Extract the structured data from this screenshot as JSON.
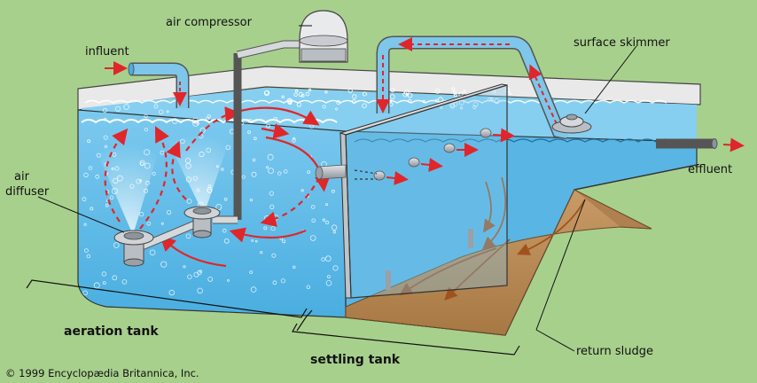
{
  "labels": {
    "air_compressor": "air compressor",
    "influent": "influent",
    "surface_skimmer": "surface skimmer",
    "air_diffuser_line1": "air",
    "air_diffuser_line2": "diffuser",
    "effluent": "effluent",
    "aeration_tank": "aeration tank",
    "settling_tank": "settling tank",
    "return_sludge": "return sludge",
    "copyright": "© 1999 Encyclopædia Britannica, Inc."
  },
  "colors": {
    "background": "#a8d08d",
    "water": "#56b7e6",
    "water_light": "#bfe6f8",
    "tank_rim": "#e6e6e6",
    "pipe": "#c2c7cc",
    "sludge": "#b78955",
    "flow_arrow": "#e0262a",
    "settle_arrow": "#a0521d"
  }
}
